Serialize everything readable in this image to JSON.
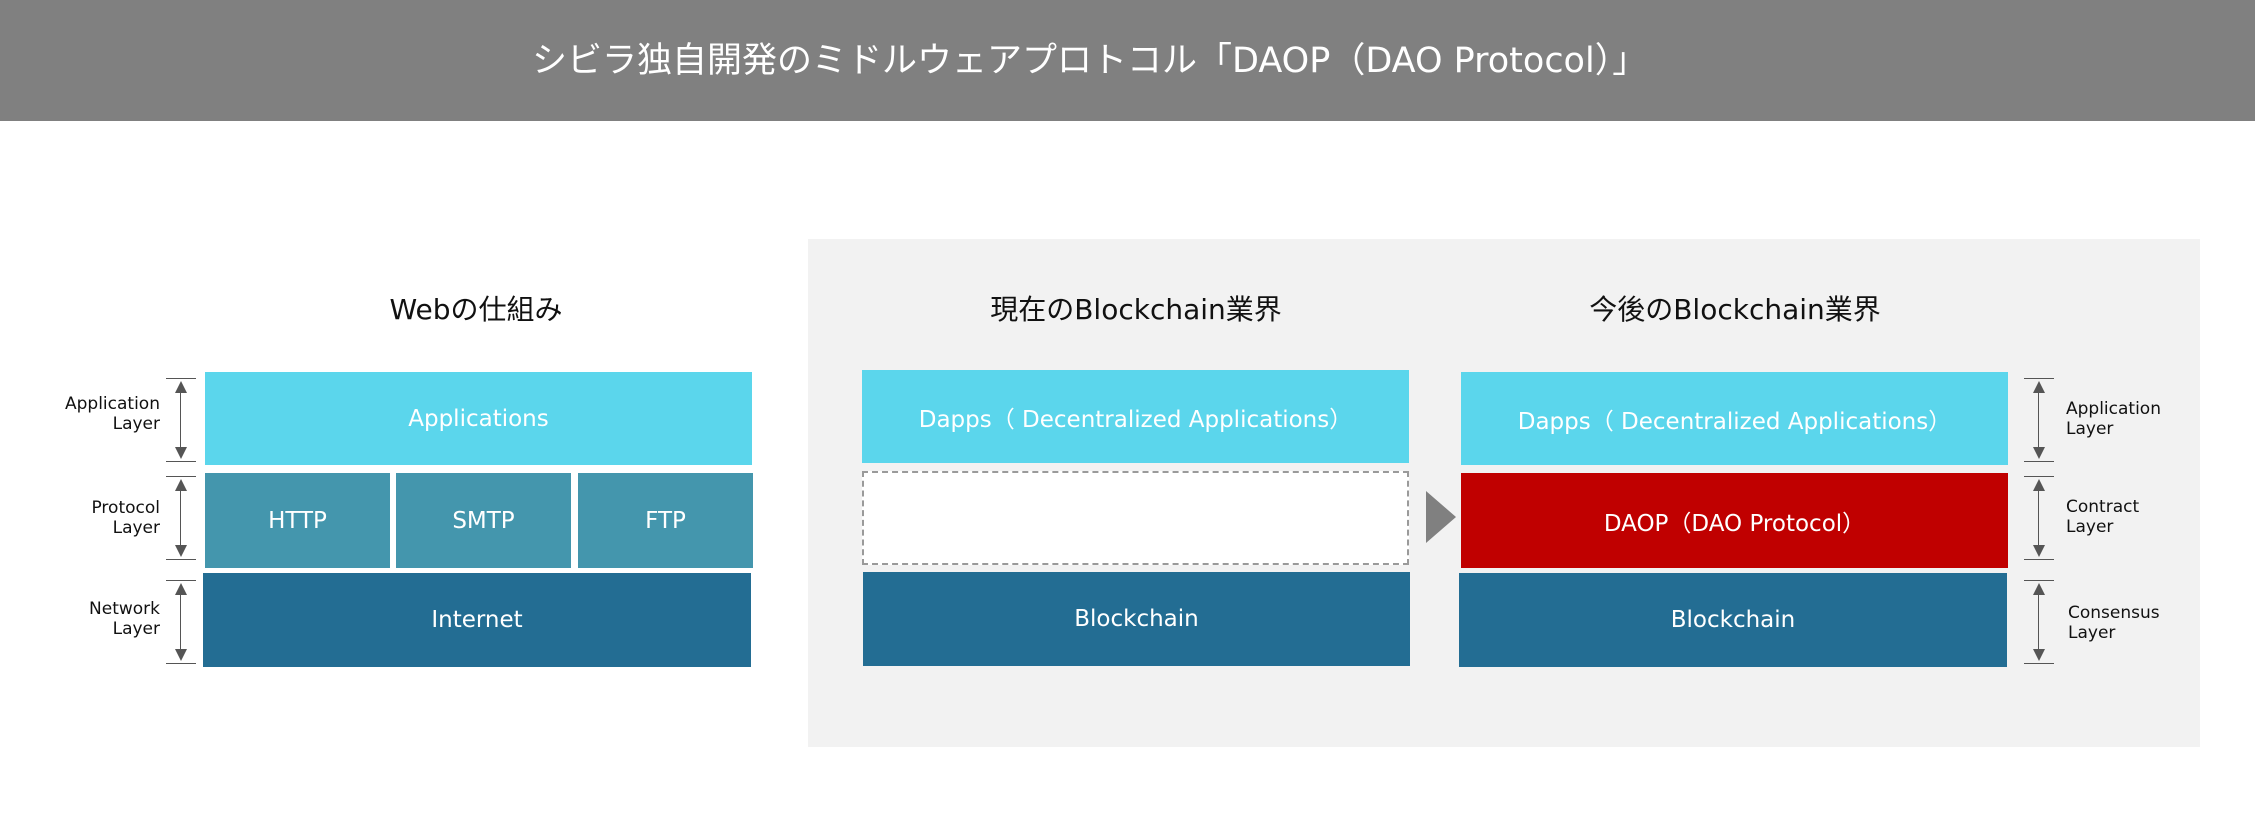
{
  "header": {
    "title": "シビラ独自開発のミドルウェアプロトコル「DAOP（DAO  Protocol）」"
  },
  "web": {
    "title": "Webの仕組み",
    "applications": "Applications",
    "http": "HTTP",
    "smtp": "SMTP",
    "ftp": "FTP",
    "internet": "Internet",
    "labels": {
      "application": [
        "Application",
        "Layer"
      ],
      "protocol": [
        "Protocol",
        "Layer"
      ],
      "network": [
        "Network",
        "Layer"
      ]
    }
  },
  "current": {
    "title": "現在のBlockchain業界",
    "dapps": "Dapps（ Decentralized Applications）",
    "blockchain": "Blockchain"
  },
  "future": {
    "title": "今後のBlockchain業界",
    "dapps": "Dapps（ Decentralized Applications）",
    "daop": "DAOP（DAO Protocol）",
    "blockchain": "Blockchain",
    "labels": {
      "application": [
        "Application",
        "Layer"
      ],
      "contract": [
        "Contract",
        "Layer"
      ],
      "consensus": [
        "Consensus",
        "Layer"
      ]
    }
  },
  "colors": {
    "header": "#808080",
    "applications": "#5bd6ec",
    "protocol": "#4496ad",
    "network": "#236d93",
    "daop": "#c00000",
    "panel": "#f2f2f2"
  }
}
